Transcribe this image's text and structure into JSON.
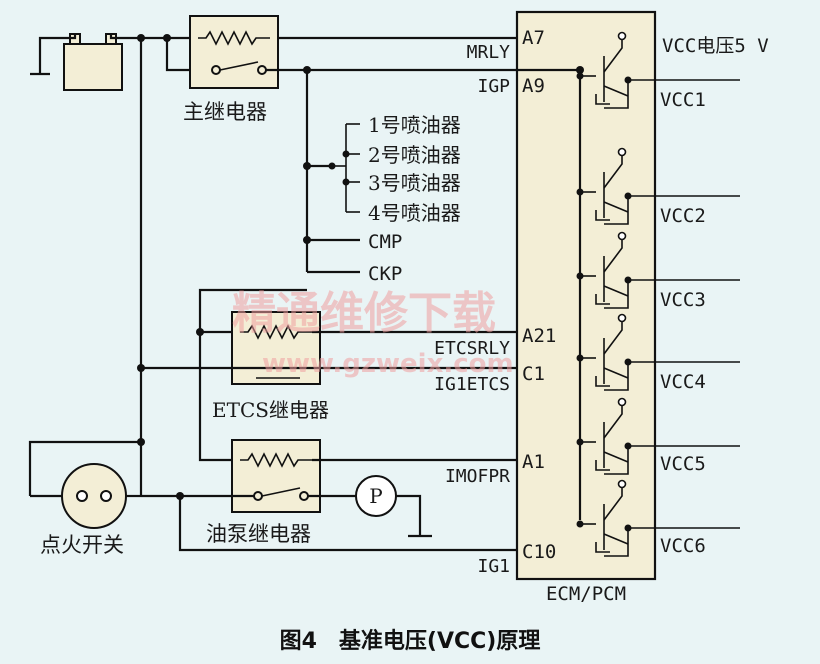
{
  "labels": {
    "main_relay": "主继电器",
    "etcs_relay": "ETCS继电器",
    "pump_relay": "油泵继电器",
    "ignition": "点火开关",
    "pump_motor": "P",
    "ecm": "ECM/PCM",
    "vcc_title": "VCC电压5 V",
    "caption": "图4　基准电压(VCC)原理"
  },
  "injectors": [
    "1号喷油器",
    "2号喷油器",
    "3号喷油器",
    "4号喷油器"
  ],
  "sensors": [
    "CMP",
    "CKP"
  ],
  "signals": [
    "MRLY",
    "IGP",
    "ETCSRLY",
    "IG1ETCS",
    "IMOFPR",
    "IG1"
  ],
  "pins": [
    "A7",
    "A9",
    "A21",
    "C1",
    "A1",
    "C10"
  ],
  "vcc": [
    "VCC1",
    "VCC2",
    "VCC3",
    "VCC4",
    "VCC5",
    "VCC6"
  ],
  "watermark": {
    "title": "精通维修下载",
    "url": "www.gzweix.com"
  },
  "colors": {
    "background": "#e9f4f5",
    "ecm_fill": "#f3eed6",
    "battery_fill": "#f3eed6",
    "relay_fill": "#f3eed6",
    "watermark": "#f0a0a0"
  }
}
